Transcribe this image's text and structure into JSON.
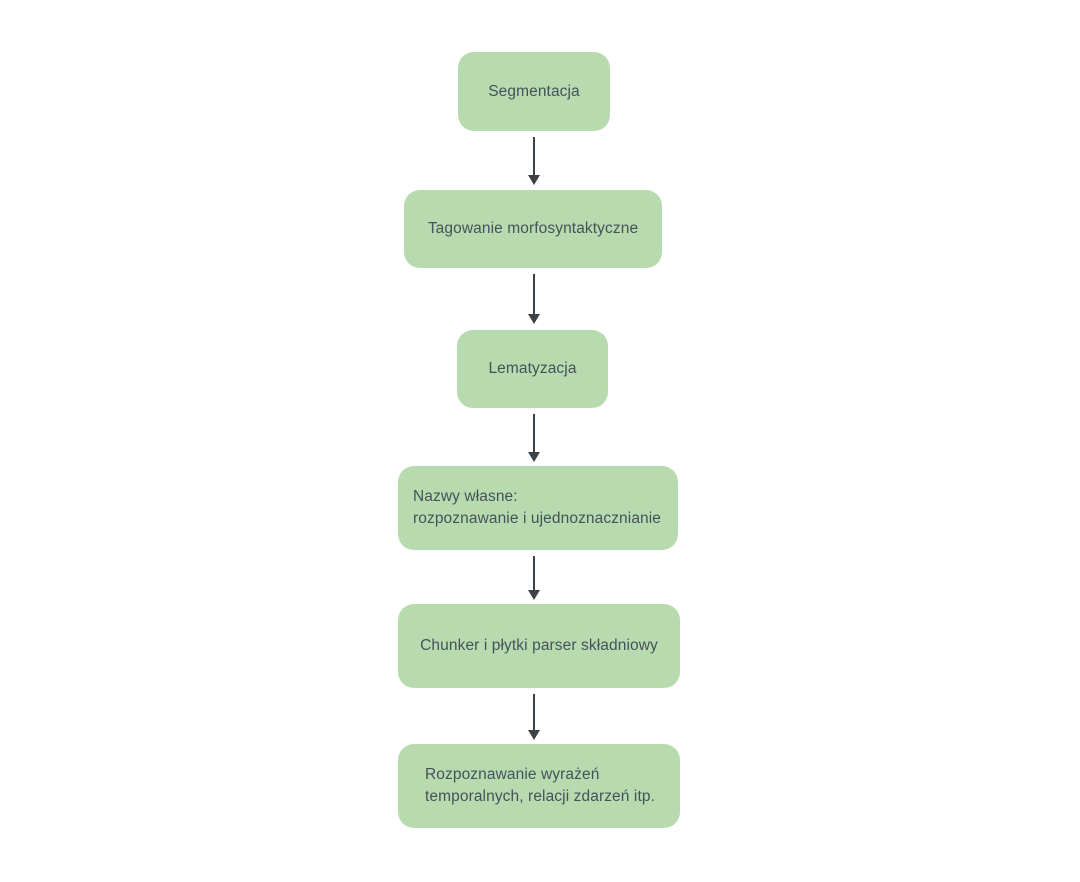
{
  "diagram": {
    "title": "Polish NLP pipeline flowchart",
    "colors": {
      "background": "#ffffff",
      "node_fill": "#b7dbae",
      "text": "#44525a",
      "arrow": "#3b4348"
    },
    "nodes": [
      {
        "label": "Segmentacja"
      },
      {
        "label": "Tagowanie morfosyntaktyczne"
      },
      {
        "label": "Lematyzacja"
      },
      {
        "label": "Nazwy własne:\nrozpoznawanie i ujednoznacznianie"
      },
      {
        "label": "Chunker i płytki parser składniowy"
      },
      {
        "label": "Rozpoznawanie wyrażeń\ntemporalnych, relacji zdarzeń itp."
      }
    ],
    "connector_icon": "arrow-down-icon"
  }
}
